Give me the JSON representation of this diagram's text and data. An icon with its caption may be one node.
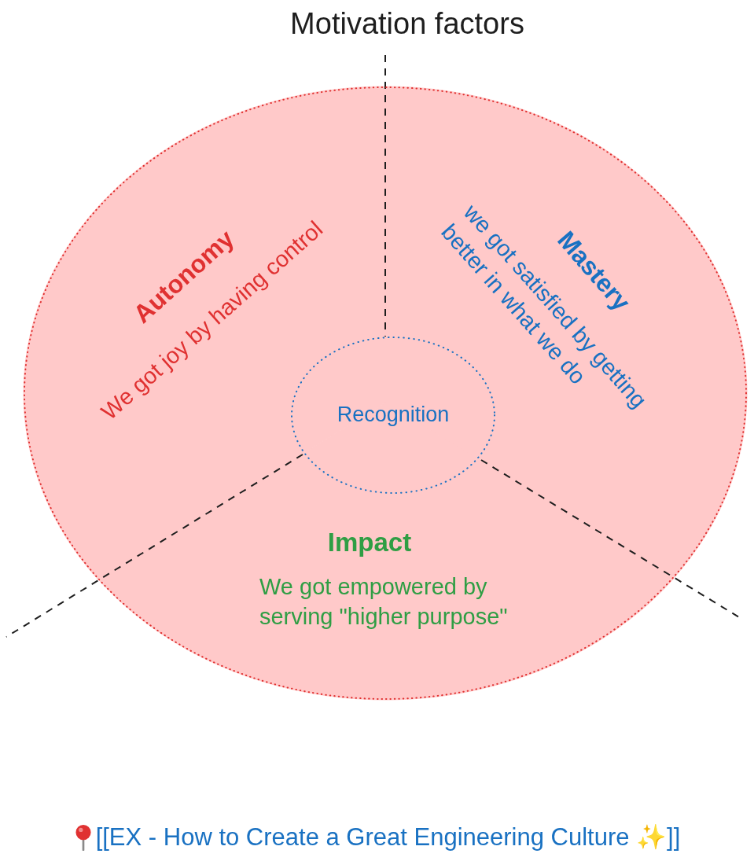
{
  "diagram": {
    "title": "Motivation factors",
    "caption": "[[EX - How to Create a Great Engineering Culture ✨]]",
    "nodes": [
      {
        "text": [],
        "shape": "circle"
      },
      {
        "text": [
          "Autonomy",
          "We got joy by having control"
        ],
        "in": 0
      },
      {
        "text": [
          "Mastery",
          "we got satisfied by getting better in what we do"
        ],
        "in": 0
      },
      {
        "text": [
          "Recognition"
        ],
        "in": 0
      },
      {
        "text": [
          "Impact",
          "We got empowered by serving \"higher purpose\""
        ],
        "in": 0
      }
    ]
  }
}
